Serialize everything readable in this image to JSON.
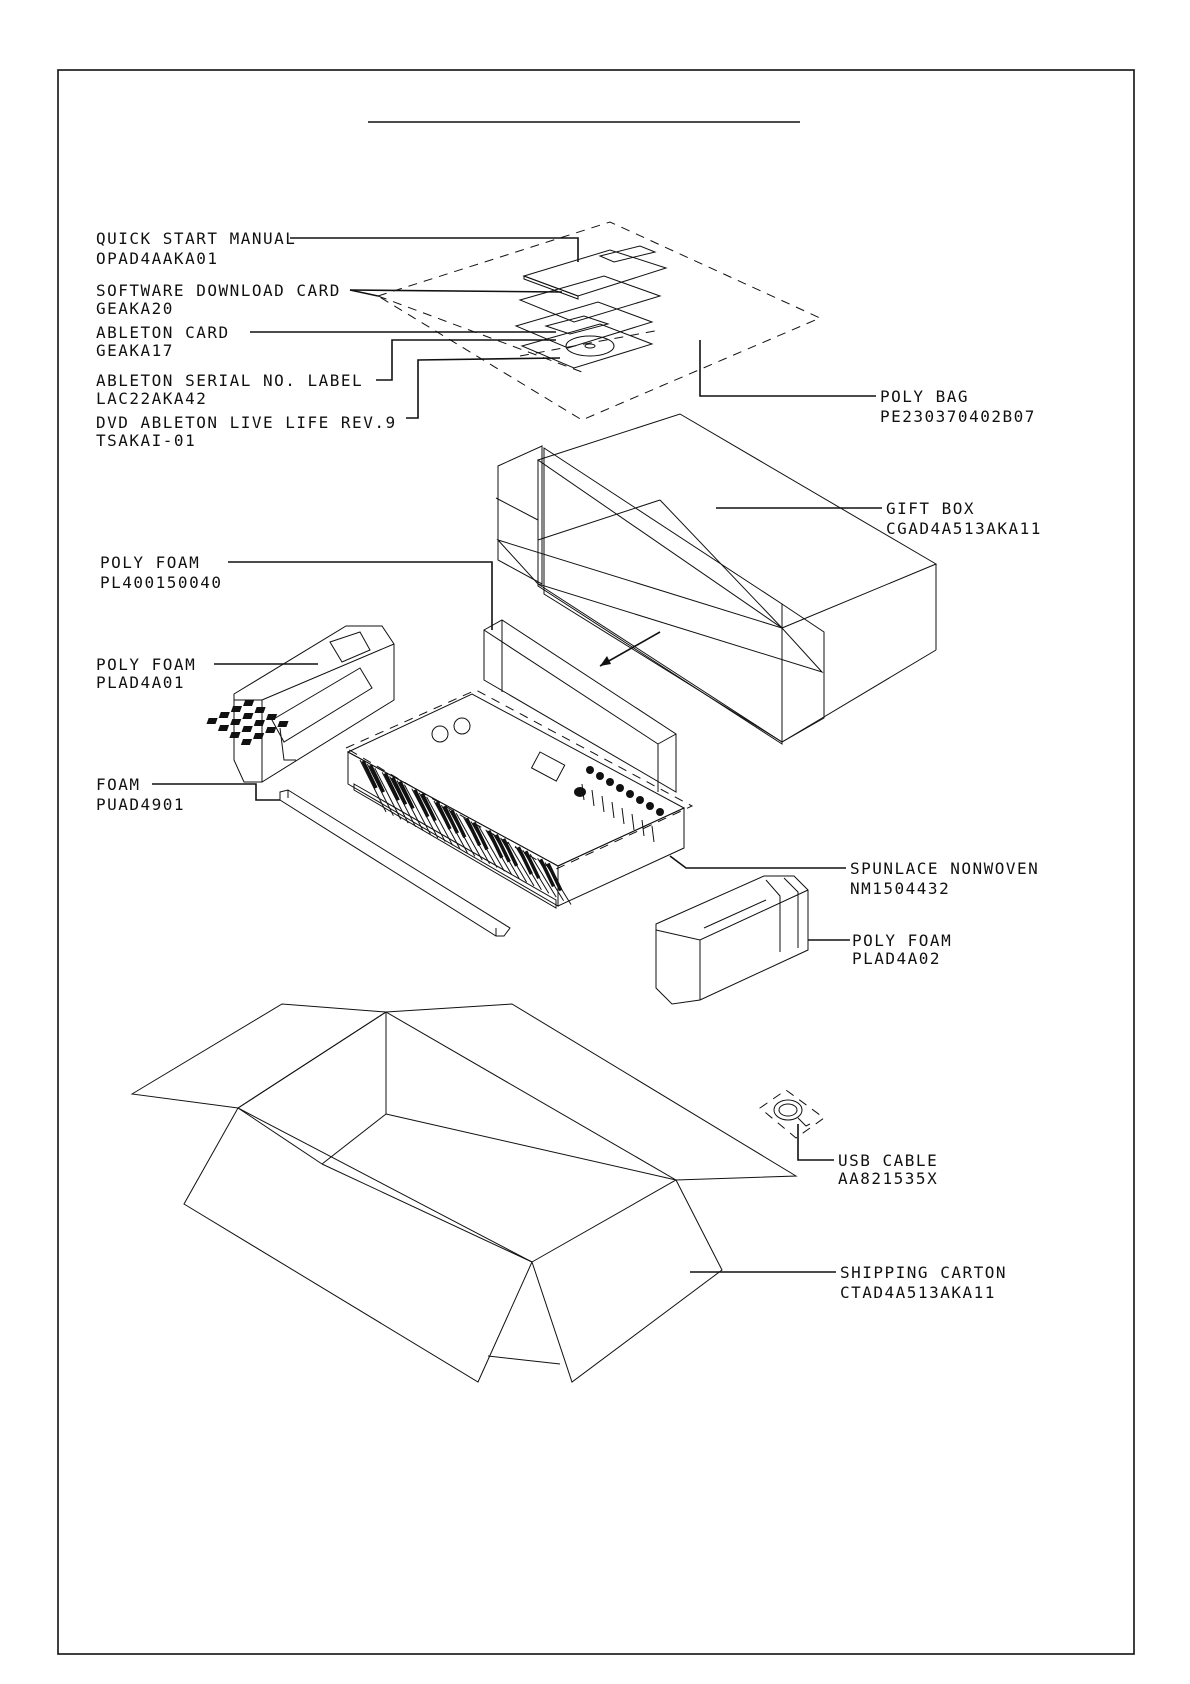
{
  "callouts": {
    "quick_start_manual": {
      "name": "QUICK START MANUAL",
      "code": "OPAD4AAKA01"
    },
    "software_download_card": {
      "name": "SOFTWARE DOWNLOAD CARD",
      "code": "GEAKA20"
    },
    "ableton_card": {
      "name": "ABLETON CARD",
      "code": "GEAKA17"
    },
    "ableton_serial_label": {
      "name": "ABLETON SERIAL NO. LABEL",
      "code": "LAC22AKA42"
    },
    "dvd_ableton": {
      "name": "DVD ABLETON LIVE LIFE REV.9",
      "code": "TSAKAI-01"
    },
    "poly_bag": {
      "name": "POLY BAG",
      "code": "PE230370402B07"
    },
    "gift_box": {
      "name": "GIFT BOX",
      "code": "CGAD4A513AKA11"
    },
    "poly_foam_top": {
      "name": "POLY FOAM",
      "code": "PL400150040"
    },
    "poly_foam_left": {
      "name": "POLY FOAM",
      "code": "PLAD4A01"
    },
    "foam": {
      "name": "FOAM",
      "code": "PUAD4901"
    },
    "spunlace_nonwoven": {
      "name": "SPUNLACE NONWOVEN",
      "code": "NM1504432"
    },
    "poly_foam_right": {
      "name": "POLY FOAM",
      "code": "PLAD4A02"
    },
    "usb_cable": {
      "name": "USB CABLE",
      "code": "AA821535X"
    },
    "shipping_carton": {
      "name": "SHIPPING CARTON",
      "code": "CTAD4A513AKA11"
    }
  }
}
